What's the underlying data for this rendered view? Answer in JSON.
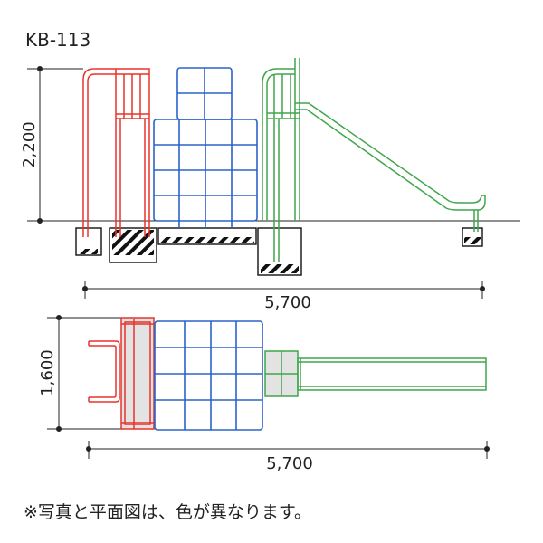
{
  "product_code": "KB-113",
  "elevation": {
    "height_label": "2,200",
    "width_label": "5,700"
  },
  "plan": {
    "depth_label": "1,600",
    "width_label": "5,700"
  },
  "note": "※写真と平面図は、色が異なります。",
  "colors": {
    "ladder": "#e8332a",
    "climbing_net": "#2b63c9",
    "slide": "#3fa64a",
    "dimension_line": "#222222",
    "platform_fill": "#e3e3e3"
  }
}
